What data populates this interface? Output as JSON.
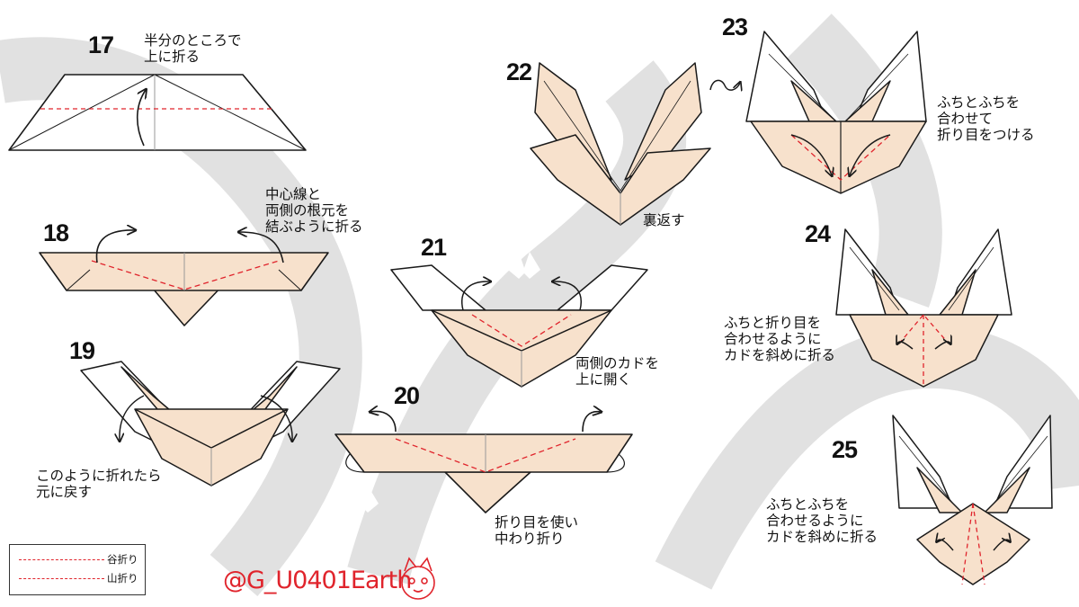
{
  "steps": [
    {
      "number": "17",
      "caption": "半分のところで\n上に折る"
    },
    {
      "number": "18",
      "caption": "中心線と\n両側の根元を\n結ぶように折る"
    },
    {
      "number": "19",
      "caption": "このように折れたら\n元に戻す"
    },
    {
      "number": "20",
      "caption": "折り目を使い\n中わり折り"
    },
    {
      "number": "21",
      "caption": "両側のカドを\n上に開く"
    },
    {
      "number": "22",
      "caption": "裏返す"
    },
    {
      "number": "23",
      "caption": "ふちとふちを\n合わせて\n折り目をつける"
    },
    {
      "number": "24",
      "caption": "ふちと折り目を\n合わせるように\nカドを斜めに折る"
    },
    {
      "number": "25",
      "caption": "ふちとふちを\n合わせるように\nカドを斜めに折る"
    }
  ],
  "legend": {
    "valley_fold": "谷折り",
    "mountain_fold": "山折り"
  },
  "credit": "@G_U0401Earth",
  "colors": {
    "paper_fill": "#f7e1cc",
    "valley_line": "#e0242c",
    "outline": "#1a1a1a",
    "background_pattern": "#dcdcdc",
    "handle": "#e0242c"
  }
}
